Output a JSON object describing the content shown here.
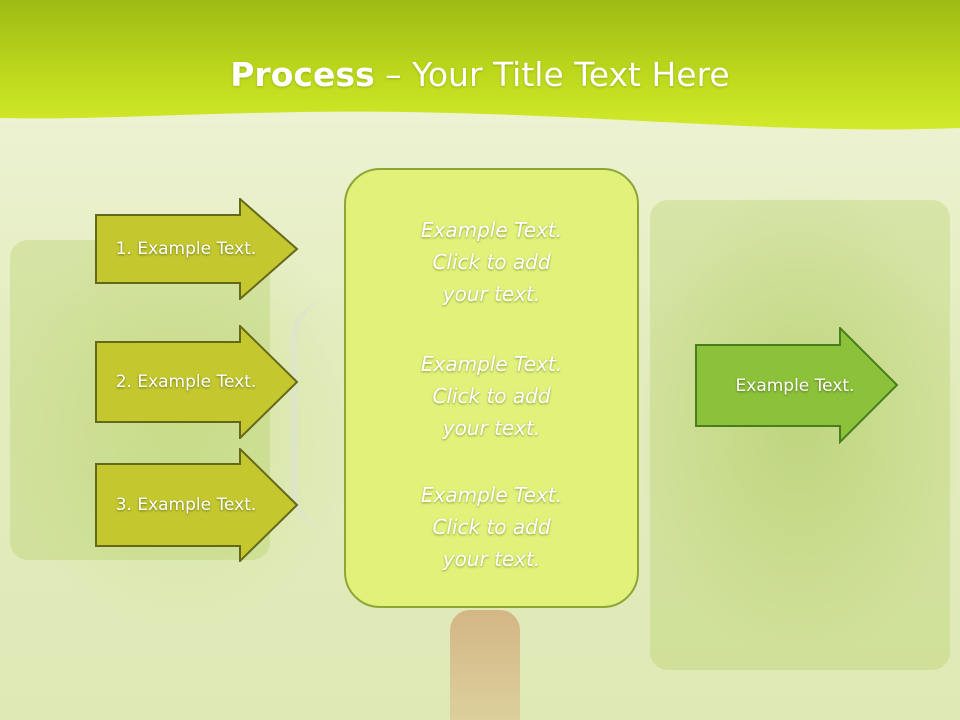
{
  "slide": {
    "title_bold": "Process",
    "title_rest": " – Your Title Text Here"
  },
  "left_arrows": [
    {
      "label": "1. Example Text."
    },
    {
      "label": "2. Example Text."
    },
    {
      "label": "3. Example Text."
    }
  ],
  "center_box": {
    "blocks": [
      {
        "line1": "Example Text.",
        "line2": "Click  to add",
        "line3": "your text."
      },
      {
        "line1": "Example Text.",
        "line2": "Click  to add",
        "line3": "your text."
      },
      {
        "line1": "Example Text.",
        "line2": "Click  to add",
        "line3": "your text."
      }
    ]
  },
  "right_arrow": {
    "label": "Example Text."
  },
  "colors": {
    "header_green": "#bdd61c",
    "left_arrow_fill": "#c4c82e",
    "left_arrow_border": "#65681a",
    "center_box_fill": "#e2f17a",
    "right_arrow_fill": "#8cc13a",
    "right_arrow_border": "#4a7d1e"
  }
}
